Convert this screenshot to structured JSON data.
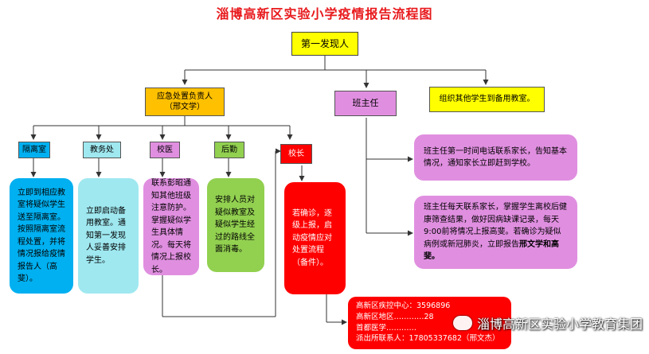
{
  "title": "淄博高新区实验小学疫情报告流程图",
  "top": "第一发现人",
  "manager": {
    "line1": "应急处置负责人",
    "line2": "（邢文学）"
  },
  "teacher": "班主任",
  "organize": "组织其他学生到备用教室。",
  "depts": [
    "隔离室",
    "教务处",
    "校医",
    "后勤",
    "校长"
  ],
  "desc": {
    "isolation": "立即到相应教室将疑似学生送至隔离室。按照隔离室流程处置，并将情况报给疫情报告人（高斐）。",
    "academic": "立即启动备用教室。通知第一发现人妥善安排学生。",
    "doctor": "联系彭昭通知其他班级注意防护。掌握疑似学生具体情况。每天将情况上报校长。",
    "logistics": "安排人员对疑似教室及疑似学生经过的路线全面消毒。",
    "principal": "若确诊，逐级上报，启动疫情应对处置流程（备件）。"
  },
  "teacher_notes": {
    "n1": "班主任第一时间电话联系家长，告知基本情况，通知家长立即赶到学校。",
    "n2_main": "班主任每天联系家长，掌握学生离校后健康筛查结果，做好因病缺课记录，每天9:00前将情况上报高斐。若确诊为疑似病例或新冠肺炎，立即报告",
    "n2_bold": "邢文学和高斐。"
  },
  "contacts": {
    "line1": "高新区疾控中心：3596896",
    "line2": "高新区地区…………28",
    "line3": "首都医学…………",
    "line4": "派出所联系人：17805337682（邢文杰）"
  },
  "watermark": "淄博高新区实验小学教育集团"
}
